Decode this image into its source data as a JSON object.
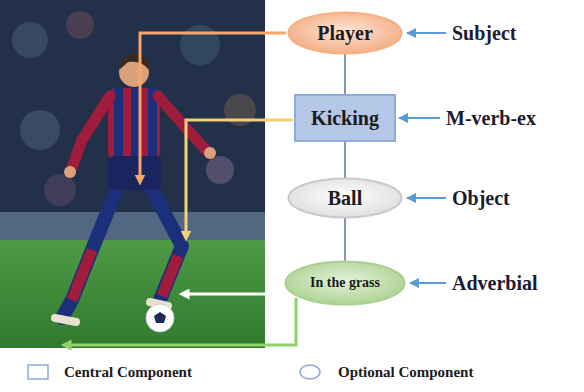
{
  "diagram": {
    "nodes": [
      {
        "text": [
          "Player"
        ]
      },
      {
        "text": [
          "Kicking"
        ]
      },
      {
        "text": [
          "Ball"
        ]
      },
      {
        "text": [
          "In the grass"
        ]
      }
    ],
    "edges": [
      {
        "from": 0,
        "to": 1,
        "arrow": "none"
      },
      {
        "from": 1,
        "to": 2,
        "arrow": "none"
      },
      {
        "from": 2,
        "to": 3,
        "arrow": "none"
      }
    ],
    "labels": [
      "Subject",
      "M-verb-ex",
      "Object",
      "Adverbial"
    ],
    "legend": [
      {
        "text": "Central Component"
      },
      {
        "text": "Optional Component"
      }
    ]
  }
}
